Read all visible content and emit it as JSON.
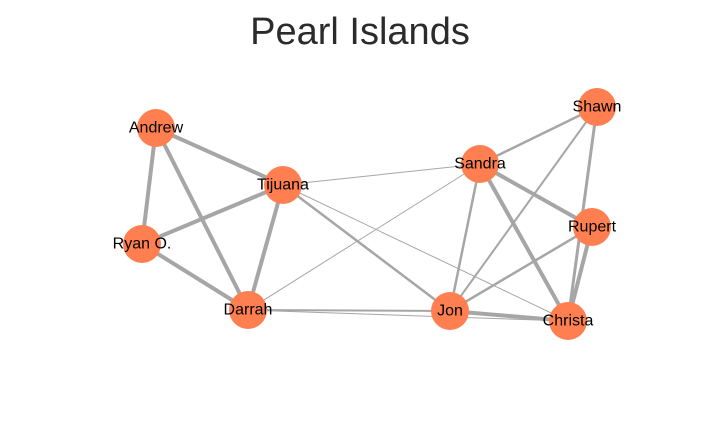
{
  "title": "Pearl Islands",
  "colors": {
    "node": "#ff7f50",
    "edge": "#a6a6a6",
    "label": "#000000",
    "title": "#2b2b2b"
  },
  "nodes": [
    {
      "id": "andrew",
      "label": "Andrew"
    },
    {
      "id": "tijuana",
      "label": "Tijuana"
    },
    {
      "id": "ryan",
      "label": "Ryan O."
    },
    {
      "id": "darrah",
      "label": "Darrah"
    },
    {
      "id": "sandra",
      "label": "Sandra"
    },
    {
      "id": "shawn",
      "label": "Shawn"
    },
    {
      "id": "rupert",
      "label": "Rupert"
    },
    {
      "id": "jon",
      "label": "Jon"
    },
    {
      "id": "christa",
      "label": "Christa"
    }
  ],
  "edges": [
    {
      "source": "andrew",
      "target": "tijuana",
      "weight": 4
    },
    {
      "source": "andrew",
      "target": "ryan",
      "weight": 4
    },
    {
      "source": "andrew",
      "target": "darrah",
      "weight": 4
    },
    {
      "source": "tijuana",
      "target": "ryan",
      "weight": 4
    },
    {
      "source": "tijuana",
      "target": "darrah",
      "weight": 4
    },
    {
      "source": "ryan",
      "target": "darrah",
      "weight": 4
    },
    {
      "source": "tijuana",
      "target": "sandra",
      "weight": 1
    },
    {
      "source": "tijuana",
      "target": "jon",
      "weight": 2.5
    },
    {
      "source": "tijuana",
      "target": "christa",
      "weight": 1
    },
    {
      "source": "darrah",
      "target": "sandra",
      "weight": 1
    },
    {
      "source": "darrah",
      "target": "jon",
      "weight": 2
    },
    {
      "source": "darrah",
      "target": "christa",
      "weight": 1
    },
    {
      "source": "sandra",
      "target": "shawn",
      "weight": 2.5
    },
    {
      "source": "sandra",
      "target": "rupert",
      "weight": 4
    },
    {
      "source": "sandra",
      "target": "jon",
      "weight": 2.5
    },
    {
      "source": "sandra",
      "target": "christa",
      "weight": 4
    },
    {
      "source": "shawn",
      "target": "jon",
      "weight": 2
    },
    {
      "source": "shawn",
      "target": "christa",
      "weight": 3
    },
    {
      "source": "rupert",
      "target": "jon",
      "weight": 2.5
    },
    {
      "source": "rupert",
      "target": "christa",
      "weight": 4
    },
    {
      "source": "jon",
      "target": "christa",
      "weight": 4
    }
  ]
}
